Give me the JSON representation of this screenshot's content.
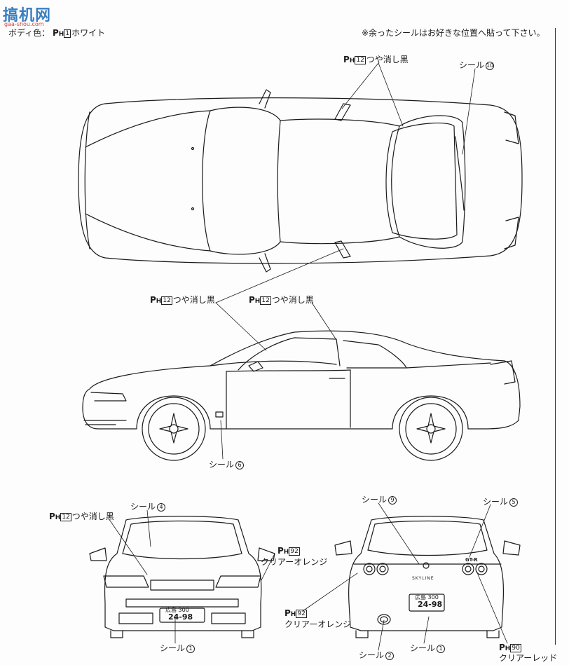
{
  "header": {
    "logo_text": "搞机网",
    "logo_sub": "gaa-shou.com",
    "body_color_prefix": "ボディ色：",
    "body_color_code": "1",
    "body_color_name": "ホワイト",
    "note": "※余ったシールはお好きな位置へ貼って下さい。"
  },
  "callouts": {
    "top_matte_code": "12",
    "top_matte_label": "つや消し黒",
    "top_seal_label": "シール",
    "top_seal_num": "10",
    "mid_matte1_code": "12",
    "mid_matte1_label": "つや消し黒",
    "mid_matte2_code": "12",
    "mid_matte2_label": "つや消し黒",
    "side_seal_label": "シール",
    "side_seal_num": "6",
    "front_matte_code": "12",
    "front_matte_label": "つや消し黒",
    "front_seal4_label": "シール",
    "front_seal4_num": "4",
    "front_orange_code": "92",
    "front_orange_label": "クリアーオレンジ",
    "front_seal1_label": "シール",
    "front_seal1_num": "1",
    "rear_seal9_label": "シール",
    "rear_seal9_num": "9",
    "rear_seal5_label": "シール",
    "rear_seal5_num": "5",
    "rear_orange_code": "92",
    "rear_orange_label": "クリアーオレンジ",
    "rear_seal2_label": "シール",
    "rear_seal2_num": "2",
    "rear_seal1_label": "シール",
    "rear_seal1_num": "1",
    "rear_red_code": "90",
    "rear_red_label": "クリアーレッド"
  },
  "plates": {
    "front_line1": "広島 300",
    "front_line2": "24-98",
    "rear_line1": "広島 300",
    "rear_line2": "24-98"
  },
  "badges": {
    "rear_badge": "GT-R",
    "rear_script": "SKYLINE"
  }
}
